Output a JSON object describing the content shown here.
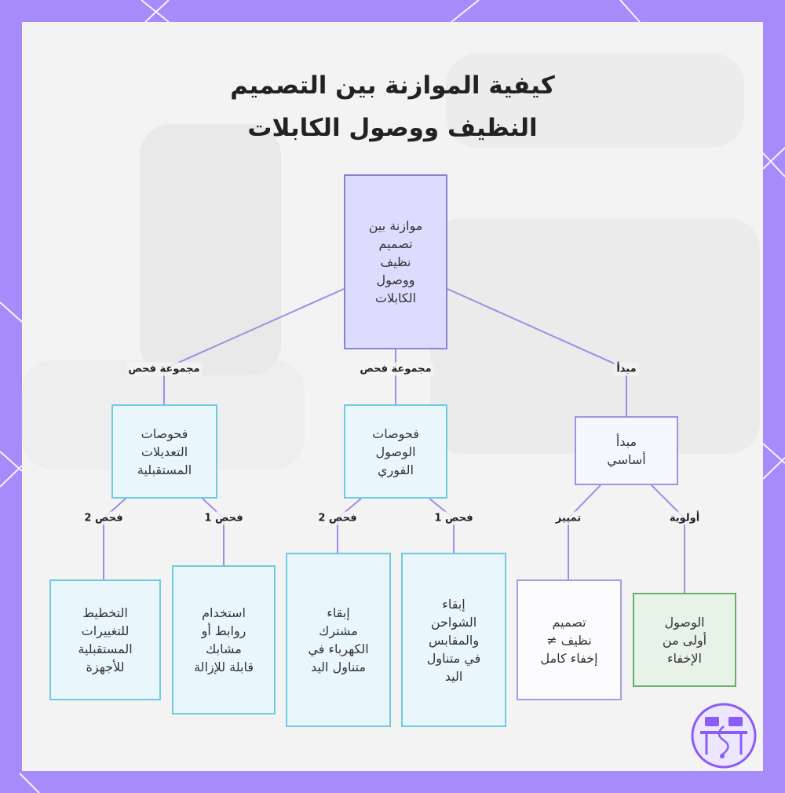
{
  "title": {
    "line1": "كيفية الموازنة بين التصميم",
    "line2": "النظيف ووصول الكابلات"
  },
  "nodes": {
    "root": "موازنة بين\nتصميم\nنظيف\nووصول\nالكابلات",
    "principle": "مبدأ\nأساسي",
    "instant_checks": "فحوصات\nالوصول\nالفوري",
    "future_checks": "فحوصات\nالتعديلات\nالمستقبلية",
    "access_first": "الوصول\nأولى من\nالإخفاء",
    "clean_not_hidden": "تصميم\nنظيف ≠\nإخفاء كامل",
    "keep_chargers": "إبقاء\nالشواحن\nوالمقابس\nفي متناول\nاليد",
    "keep_strip": "إبقاء\nمشترك\nالكهرباء في\nمتناول اليد",
    "removable_ties": "استخدام\nروابط أو\nمشابك\nقابلة للإزالة",
    "plan_future": "التخطيط\nللتغييرات\nالمستقبلية\nللأجهزة"
  },
  "edge_labels": {
    "principle": "مبدأ",
    "group_instant": "مجموعة فحص",
    "group_future": "مجموعة فحص",
    "priority": "أولوية",
    "distinction": "تمييز",
    "check1_instant": "فحص 1",
    "check2_instant": "فحص 2",
    "check1_future": "فحص 1",
    "check2_future": "فحص 2"
  },
  "colors": {
    "frame": "#a78bfa",
    "edge": "#a48ae6",
    "root_fill": "#dcdcff",
    "check_fill": "#e9f7fd",
    "green_fill": "#e6f3e6"
  },
  "icons": {
    "logo": "desk-workstation-logo"
  }
}
